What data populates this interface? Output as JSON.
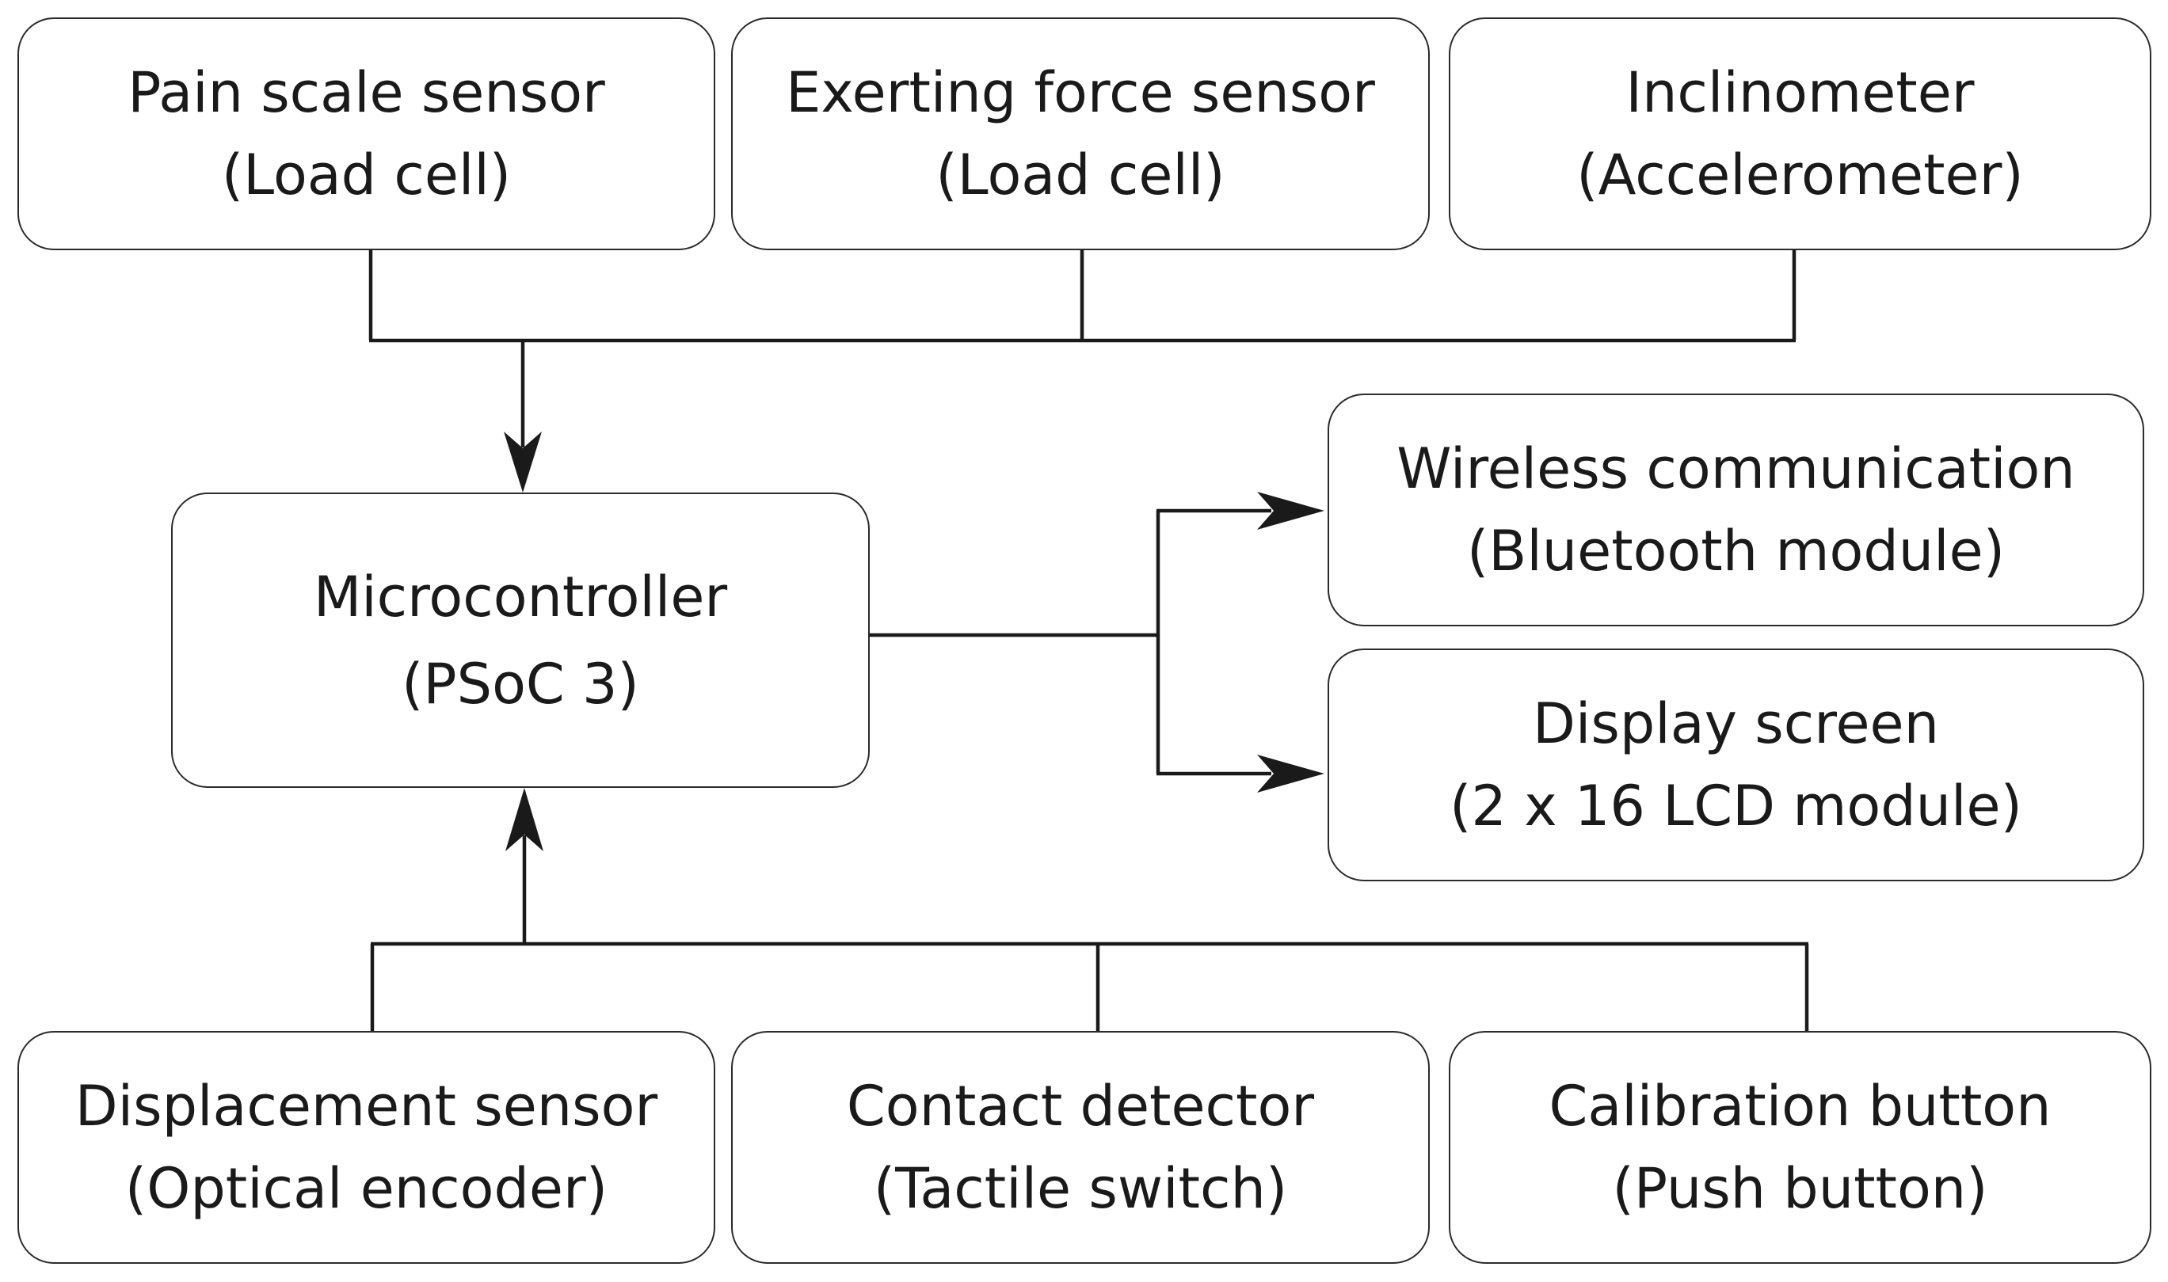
{
  "diagram": {
    "blocks": {
      "pain_scale_sensor": {
        "title": "Pain scale sensor",
        "subtitle": "(Load cell)"
      },
      "exerting_force_sensor": {
        "title": "Exerting force sensor",
        "subtitle": "(Load cell)"
      },
      "inclinometer": {
        "title": "Inclinometer",
        "subtitle": "(Accelerometer)"
      },
      "microcontroller": {
        "title": "Microcontroller",
        "subtitle": "(PSoC 3)"
      },
      "wireless_communication": {
        "title": "Wireless communication",
        "subtitle": "(Bluetooth module)"
      },
      "display_screen": {
        "title": "Display screen",
        "subtitle": "(2 x 16 LCD module)"
      },
      "displacement_sensor": {
        "title": "Displacement sensor",
        "subtitle": "(Optical encoder)"
      },
      "contact_detector": {
        "title": "Contact detector",
        "subtitle": "(Tactile switch)"
      },
      "calibration_button": {
        "title": "Calibration button",
        "subtitle": "(Push button)"
      }
    },
    "connections": [
      {
        "from": [
          "pain_scale_sensor",
          "exerting_force_sensor",
          "inclinometer"
        ],
        "to": "microcontroller"
      },
      {
        "from": [
          "displacement_sensor",
          "contact_detector",
          "calibration_button"
        ],
        "to": "microcontroller"
      },
      {
        "from": "microcontroller",
        "to": [
          "wireless_communication",
          "display_screen"
        ]
      }
    ],
    "colors": {
      "stroke": "#2b2b2b",
      "text": "#1a1a1a",
      "background": "#ffffff"
    }
  }
}
